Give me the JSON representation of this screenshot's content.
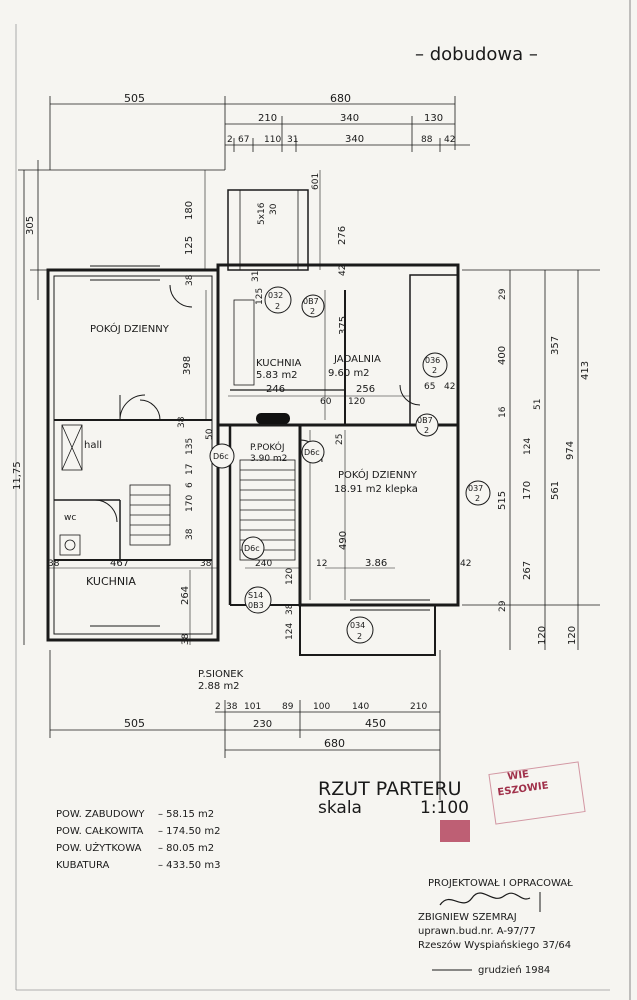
{
  "header": {
    "title": "– dobudowa –"
  },
  "dims_top": {
    "overall_left": "505",
    "overall_right": "680",
    "r2": [
      "210",
      "340",
      "130"
    ],
    "r3": [
      "2",
      "67",
      "110",
      "31",
      "340",
      "88",
      "42"
    ]
  },
  "dims_left": {
    "outer1": "11,75",
    "outer2": "305"
  },
  "dims_mid": {
    "d180": "180",
    "d125": "125",
    "d601": "601",
    "d276": "276",
    "d5x16": "5x16",
    "d30": "30",
    "d42a": "42",
    "d38a": "38",
    "d31": "31",
    "d125b": "125",
    "d375": "375",
    "d398": "398",
    "d246": "246",
    "d256": "256",
    "d60": "60",
    "d120": "120",
    "d65": "65",
    "d42b": "42",
    "d38b": "38",
    "d50": "50",
    "d135": "135",
    "d17": "17",
    "d6": "6",
    "d170": "170",
    "d25": "25",
    "d490": "490",
    "d38c": "38",
    "d467": "467",
    "d38d": "38",
    "d38e": "38",
    "d240": "240",
    "d12": "12",
    "d386": "3.86",
    "d42c": "42",
    "d264": "264",
    "d120b": "120",
    "d124": "124",
    "d38f": "38",
    "d38g": "38"
  },
  "dims_right": {
    "c1": [
      "29",
      "400",
      "16",
      "124",
      "170",
      "267",
      "29",
      "120"
    ],
    "c2": [
      "357",
      "51",
      "561",
      "515",
      "120"
    ],
    "c3": [
      "413",
      "974"
    ]
  },
  "dims_bottom": {
    "r1": [
      "2",
      "38",
      "101",
      "89",
      "100",
      "140",
      "210"
    ],
    "r2": [
      "505",
      "230",
      "450"
    ],
    "r3": "680"
  },
  "rooms": {
    "pokoj1": "POKÓJ DZIENNY",
    "hall": "hall",
    "wc": "wc",
    "kuchnia1": "KUCHNIA",
    "kuchnia2": "KUCHNIA",
    "kuchnia2_area": "5.83 m2",
    "jadalnia": "JADALNIA",
    "jadalnia_area": "9.60 m2",
    "przedpokoj": "P.POKÓJ",
    "przedpokoj_area": "3.90 m2",
    "pokoj2": "POKÓJ DZIENNY",
    "pokoj2_area": "18.91 m2 klepka",
    "psionek": "P.SIONEK",
    "psionek_area": "2.88 m2"
  },
  "tags": {
    "t1a": "032",
    "t1b": "2",
    "t2a": "0B7",
    "t2b": "2",
    "t3a": "036",
    "t3b": "2",
    "t4a": "0B7",
    "t4b": "2",
    "t5a": "037",
    "t5b": "2",
    "t6a": "034",
    "t6b": "2",
    "t7a": "D6c",
    "t8a": "D6c",
    "t9a": "D6c",
    "t10a": "S14",
    "t10b": "0B3"
  },
  "caption": {
    "line1": "RZUT PARTERU",
    "line2": "skala",
    "line3": "1:100"
  },
  "stats": [
    {
      "label": "POW. ZABUDOWY",
      "value": "– 58.15 m2"
    },
    {
      "label": "POW. CAŁKOWITA",
      "value": "– 174.50 m2"
    },
    {
      "label": "POW. UŻYTKOWA",
      "value": "– 80.05 m2"
    },
    {
      "label": "KUBATURA",
      "value": "– 433.50 m3"
    }
  ],
  "author": {
    "role": "PROJEKTOWAŁ I OPRACOWAŁ",
    "name": "ZBIGNIEW SZEMRAJ",
    "licence": "uprawn.bud.nr. A-97/77",
    "address": "Rzeszów Wyspiańskiego 37/64",
    "date": "grudzień 1984"
  },
  "stamp": {
    "line1": "ESZOWIE",
    "line2": "WIE"
  }
}
